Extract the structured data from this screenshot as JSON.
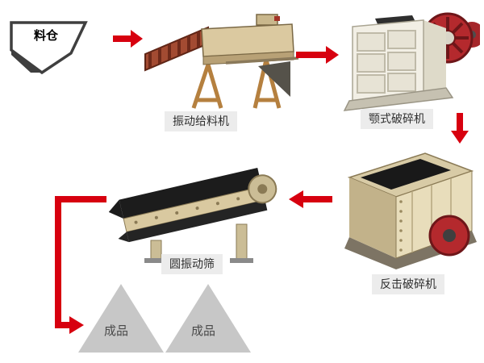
{
  "diagram": {
    "type": "process-flow",
    "nodes": {
      "silo": {
        "label": "料仓"
      },
      "vibrating_feeder": {
        "label": "振动给料机"
      },
      "jaw_crusher": {
        "label": "颚式破碎机"
      },
      "impact_crusher": {
        "label": "反击破碎机"
      },
      "circular_vibrating_screen": {
        "label": "圆振动筛"
      },
      "finished_product_left": {
        "label": "成品"
      },
      "finished_product_right": {
        "label": "成品"
      }
    },
    "edges": [
      {
        "from": "silo",
        "to": "vibrating_feeder"
      },
      {
        "from": "vibrating_feeder",
        "to": "jaw_crusher"
      },
      {
        "from": "jaw_crusher",
        "to": "impact_crusher"
      },
      {
        "from": "impact_crusher",
        "to": "circular_vibrating_screen"
      },
      {
        "from": "circular_vibrating_screen",
        "to": "finished_product_left"
      }
    ],
    "colors": {
      "arrow_red": "#d7000f",
      "label_background": "#ececec",
      "label_text": "#2f2f2f",
      "product_triangle": "#c7c7c7",
      "machine_beige": "#dbc9a0",
      "machine_cream": "#f2efe5",
      "flywheel_red": "#b4292d",
      "screen_deck_black": "#1c1c1c",
      "silo_outline": "#3f3f3f"
    }
  }
}
